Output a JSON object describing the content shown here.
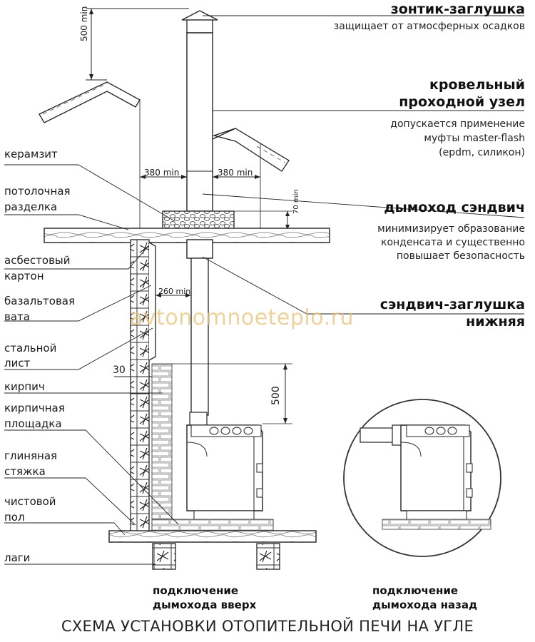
{
  "title": "СХЕМА УСТАНОВКИ ОТОПИТЕЛЬНОЙ ПЕЧИ НА УГЛЕ",
  "watermark": "avtonomnoeteplo.ru",
  "dimensions": {
    "top_500_min": "500 min",
    "left_380_min": "380 min",
    "right_380_min": "380 min",
    "gap_70_min": "70 min",
    "gap_260_min": "260 min",
    "gap_30": "30",
    "height_500": "500"
  },
  "left_labels": [
    "керамзит",
    "потолочная",
    "разделка",
    "асбестовый",
    "картон",
    "базальтовая",
    "вата",
    "стальной",
    "лист",
    "кирпич",
    "кирпичная",
    "площадка",
    "глиняная",
    "стяжка",
    "чистовой",
    "пол",
    "лаги"
  ],
  "right_blocks": [
    {
      "title": "зонтик-заглушка",
      "desc": [
        "защищает от атмосферных осадков"
      ]
    },
    {
      "title": "кровельный",
      "title2": "проходной узел",
      "desc": [
        "допускается применение",
        "муфты master-flash",
        "(epdm, силикон)"
      ]
    },
    {
      "title": "дымоход сэндвич",
      "desc": [
        "минимизирует образование",
        "конденсата и существенно",
        "повышает безопасность"
      ]
    },
    {
      "title": "сэндвич-заглушка",
      "title2": "нижняя"
    }
  ],
  "captions": {
    "up": [
      "подключение",
      "дымохода вверх"
    ],
    "back": [
      "подключение",
      "дымохода назад"
    ]
  }
}
